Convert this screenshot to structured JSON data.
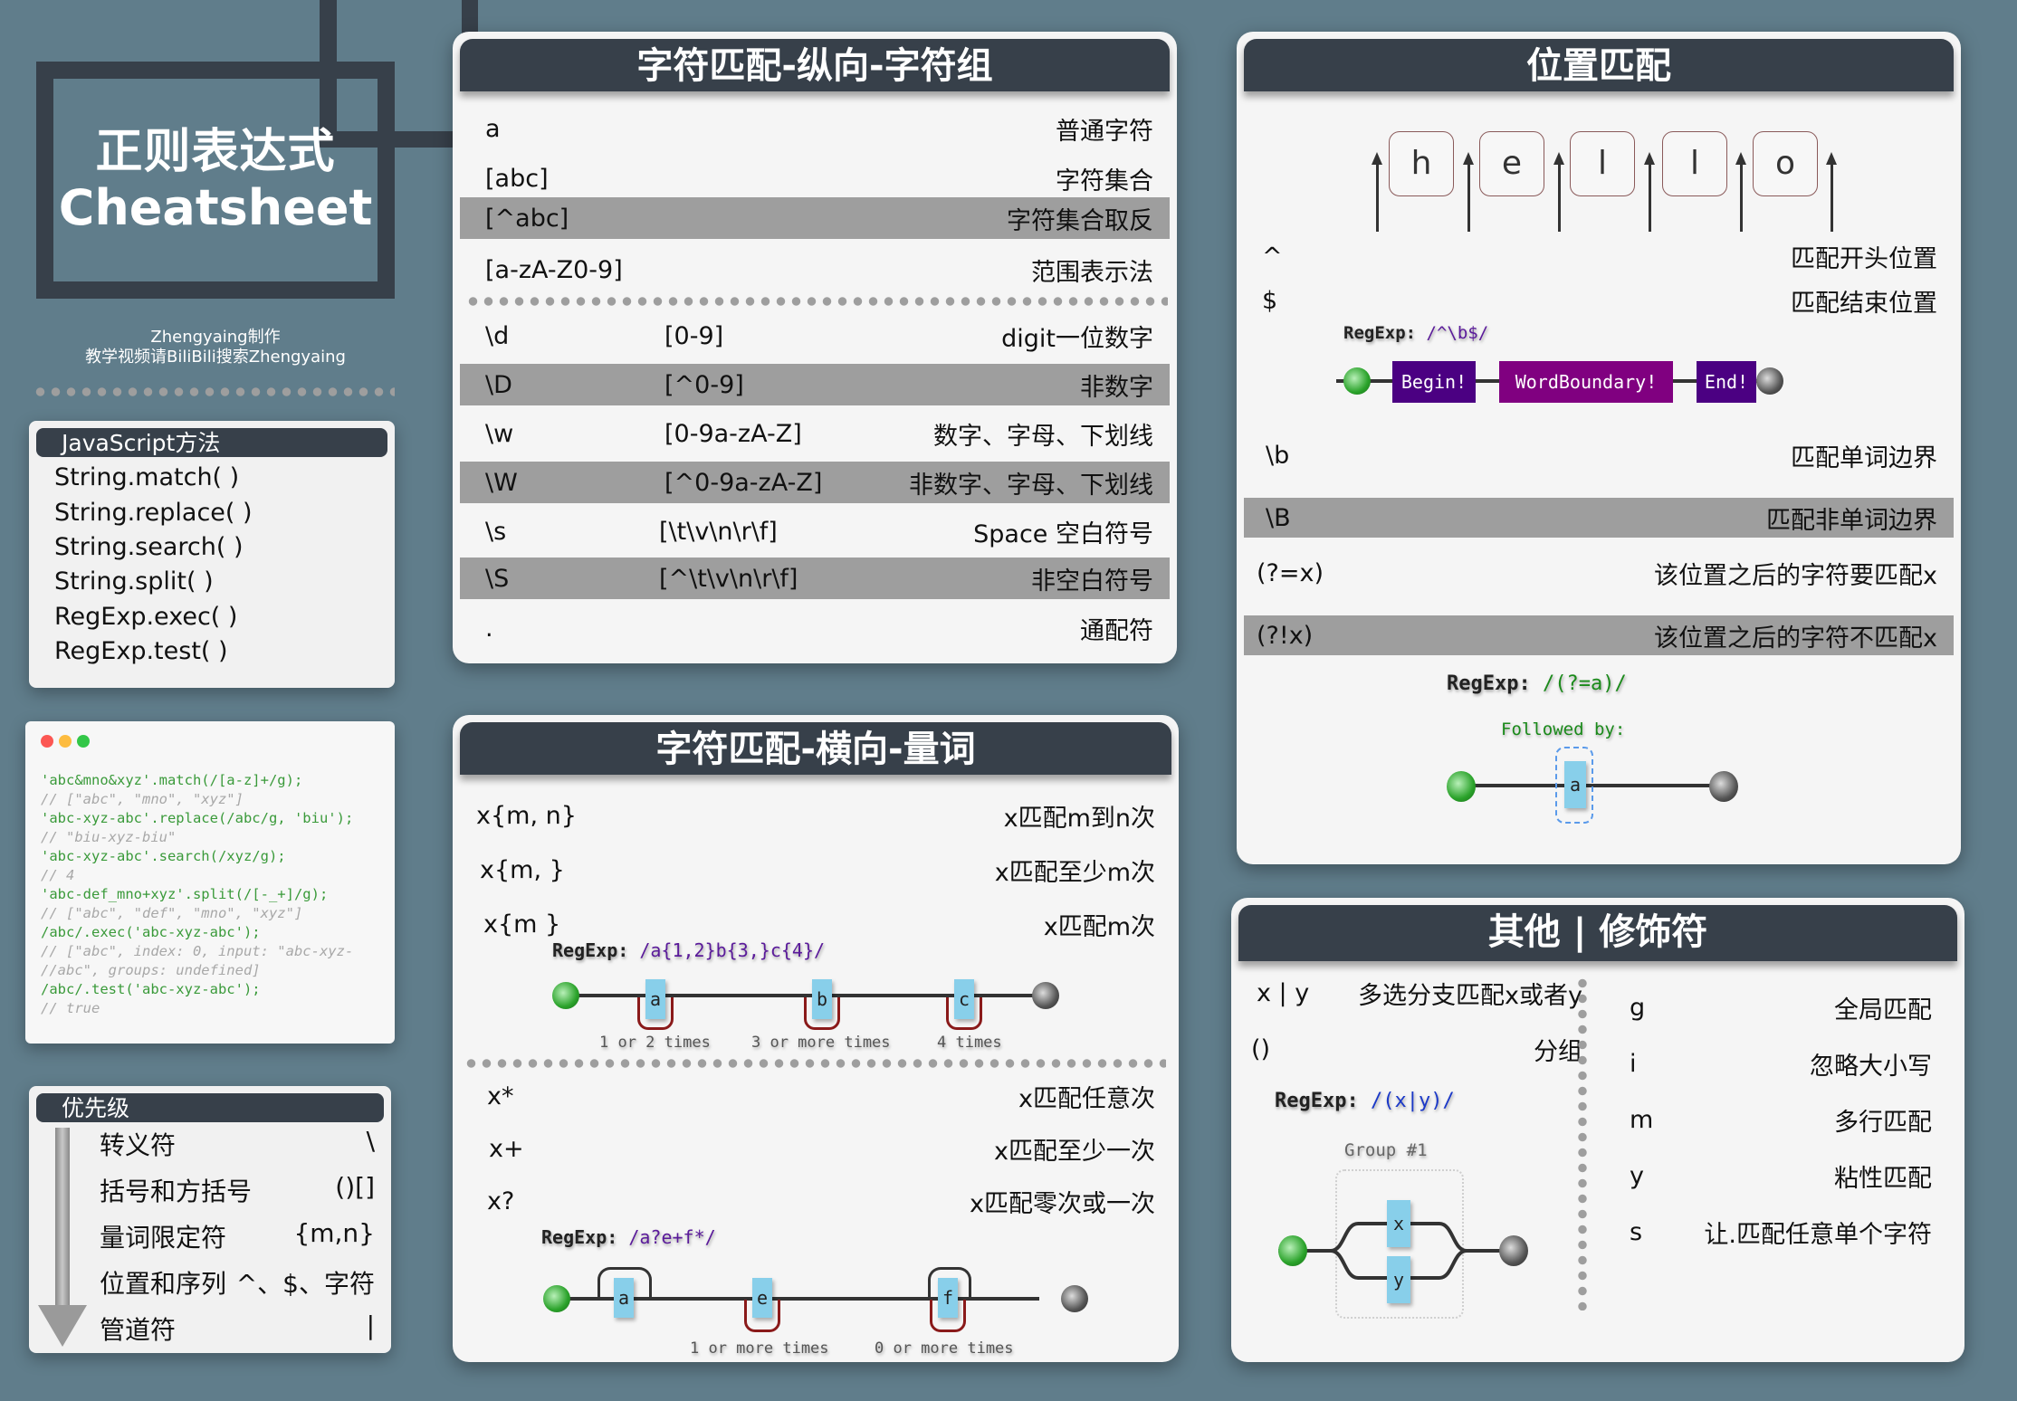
{
  "header": {
    "title_cn": "正则表达式",
    "title_en": "Cheatsheet",
    "credit_line1": "Zhengyaing制作",
    "credit_line2": "教学视频请BiliBili搜索Zhengyaing"
  },
  "js_methods": {
    "title": "JavaScript方法",
    "items": [
      "String.match( )",
      "String.replace( )",
      "String.search( )",
      "String.split( )",
      "RegExp.exec( )",
      "RegExp.test( )"
    ]
  },
  "code_sample": {
    "lines": [
      "'abc&mno&xyz'.match(/[a-z]+/g);",
      "// [\"abc\", \"mno\", \"xyz\"]",
      "'abc-xyz-abc'.replace(/abc/g, 'biu');",
      "// \"biu-xyz-biu\"",
      "'abc-xyz-abc'.search(/xyz/g);",
      "// 4",
      "'abc-def_mno+xyz'.split(/[-_+]/g);",
      "// [\"abc\", \"def\", \"mno\", \"xyz\"]",
      "/abc/.exec('abc-xyz-abc');",
      "// [\"abc\", index: 0, input: \"abc-xyz-",
      "//abc\", groups: undefined]",
      "/abc/.test('abc-xyz-abc');",
      "// true"
    ]
  },
  "priority": {
    "title": "优先级",
    "items": [
      {
        "label": "转义符",
        "value": "\\"
      },
      {
        "label": "括号和方括号",
        "value": "()[]"
      },
      {
        "label": "量词限定符",
        "value": "{m,n}"
      },
      {
        "label": "位置和序列",
        "value": "^、$、字符"
      },
      {
        "label": "管道符",
        "value": "|"
      }
    ]
  },
  "char_class": {
    "title": "字符匹配-纵向-字符组",
    "rows_top": [
      {
        "key": "a",
        "desc": "普通字符",
        "shaded": false
      },
      {
        "key": "[abc]",
        "desc": "字符集合",
        "shaded": false
      },
      {
        "key": "[^abc]",
        "desc": "字符集合取反",
        "shaded": true
      },
      {
        "key": "[a-zA-Z0-9]",
        "desc": "范围表示法",
        "shaded": false
      }
    ],
    "rows_bottom": [
      {
        "key": "\\d",
        "mid": "[0-9]",
        "desc": "digit一位数字",
        "shaded": false
      },
      {
        "key": "\\D",
        "mid": "[^0-9]",
        "desc": "非数字",
        "shaded": true
      },
      {
        "key": "\\w",
        "mid": "[0-9a-zA-Z]",
        "desc": "数字、字母、下划线",
        "shaded": false
      },
      {
        "key": "\\W",
        "mid": "[^0-9a-zA-Z]",
        "desc": "非数字、字母、下划线",
        "shaded": true
      },
      {
        "key": "\\s",
        "mid": "[\\t\\v\\n\\r\\f]",
        "desc": "Space 空白符号",
        "shaded": false
      },
      {
        "key": "\\S",
        "mid": "[^\\t\\v\\n\\r\\f]",
        "desc": "非空白符号",
        "shaded": true
      },
      {
        "key": ".",
        "mid": "",
        "desc": "通配符",
        "shaded": false
      }
    ]
  },
  "quantifiers": {
    "title": "字符匹配-横向-量词",
    "rows_top": [
      {
        "key": "x{m, n}",
        "desc": "x匹配m到n次"
      },
      {
        "key": "x{m, }",
        "desc": "x匹配至少m次"
      },
      {
        "key": "x{m }",
        "desc": "x匹配m次"
      }
    ],
    "diagram1": {
      "label": "RegExp:",
      "regex": "/a{1,2}b{3,}c{4}/",
      "nodes": [
        "a",
        "b",
        "c"
      ],
      "captions": [
        "1 or 2 times",
        "3 or more times",
        "4 times"
      ]
    },
    "rows_bottom": [
      {
        "key": "x*",
        "desc": "x匹配任意次"
      },
      {
        "key": "x+",
        "desc": "x匹配至少一次"
      },
      {
        "key": "x?",
        "desc": "x匹配零次或一次"
      }
    ],
    "diagram2": {
      "label": "RegExp:",
      "regex": "/a?e+f*/",
      "nodes": [
        "a",
        "e",
        "f"
      ],
      "captions": [
        "1 or more times",
        "0 or more times"
      ]
    }
  },
  "position": {
    "title": "位置匹配",
    "letters": [
      "h",
      "e",
      "l",
      "l",
      "o"
    ],
    "rows_top": [
      {
        "key": "^",
        "desc": "匹配开头位置"
      },
      {
        "key": "$",
        "desc": "匹配结束位置"
      }
    ],
    "diagram1": {
      "label": "RegExp:",
      "regex": "/^\\b$/",
      "anchors": [
        "Begin!",
        "WordBoundary!",
        "End!"
      ]
    },
    "rows_bottom": [
      {
        "key": "\\b",
        "desc": "匹配单词边界",
        "shaded": false
      },
      {
        "key": "\\B",
        "desc": "匹配非单词边界",
        "shaded": true
      },
      {
        "key": "(?=x)",
        "desc": "该位置之后的字符要匹配x",
        "shaded": false
      },
      {
        "key": "(?!x)",
        "desc": "该位置之后的字符不匹配x",
        "shaded": true
      }
    ],
    "diagram2": {
      "label": "RegExp:",
      "regex": "/(?=a)/",
      "caption": "Followed by:",
      "node": "a"
    }
  },
  "other": {
    "title": "其他 | 修饰符",
    "left_rows": [
      {
        "key": "x | y",
        "desc": "多选分支匹配x或者y"
      },
      {
        "key": "()",
        "desc": "分组"
      }
    ],
    "diagram": {
      "label": "RegExp:",
      "regex": "/(x|y)/",
      "group_label": "Group #1",
      "nodes": [
        "x",
        "y"
      ]
    },
    "flags": [
      {
        "key": "g",
        "desc": "全局匹配"
      },
      {
        "key": "i",
        "desc": "忽略大小写"
      },
      {
        "key": "m",
        "desc": "多行匹配"
      },
      {
        "key": "y",
        "desc": "粘性匹配"
      },
      {
        "key": "s",
        "desc": "让.匹配任意单个字符"
      }
    ]
  },
  "colors": {
    "background": "#607d8b",
    "dark": "#37404a",
    "panel": "#f5f5f5",
    "shade_row": "#9e9e9e",
    "literal_node": "#88cfea",
    "anchor_begin": "#4b0082",
    "anchor_boundary": "#800080"
  }
}
